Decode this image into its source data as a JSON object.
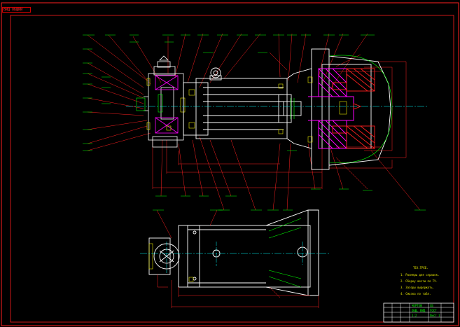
{
  "tab": {
    "label": "ВИД ОБЩИЙ"
  },
  "notes": {
    "heading": "ТЕХ.ТРЕБ.",
    "lines": [
      "1. Размеры для справок.",
      "2. Сборку вести по ТУ.",
      "3. Зазоры выдержать.",
      "4. Смазка по табл."
    ]
  },
  "title_block": {
    "cells": [
      "ЧЕРТЕЖ",
      "ОБЩ. ВИД",
      "СБ",
      "ГОСТ",
      "1:2",
      "Лист 1"
    ]
  },
  "colors": {
    "background": "#000000",
    "frame": "#ff2020",
    "geometry": "#ffffff",
    "section": "#ff00ff",
    "dimension": "#ff2020",
    "label": "#00ff00",
    "centerline": "#00ffff"
  }
}
